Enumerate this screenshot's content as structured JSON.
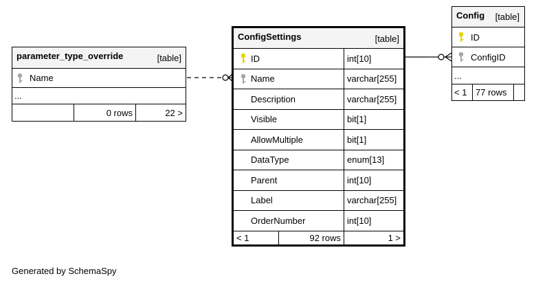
{
  "tables": {
    "pto": {
      "name": "parameter_type_override",
      "kind": "[table]",
      "columns": [
        {
          "name": "Name",
          "key": "foreign-key-icon"
        }
      ],
      "ellipsis": "...",
      "footer": {
        "prev": "",
        "rows": "0 rows",
        "next": "22 >"
      }
    },
    "main": {
      "name": "ConfigSettings",
      "kind": "[table]",
      "columns": [
        {
          "name": "ID",
          "type": "int[10]",
          "key": "primary-key-icon"
        },
        {
          "name": "Name",
          "type": "varchar[255]",
          "key": "foreign-key-icon"
        },
        {
          "name": "Description",
          "type": "varchar[255]"
        },
        {
          "name": "Visible",
          "type": "bit[1]"
        },
        {
          "name": "AllowMultiple",
          "type": "bit[1]"
        },
        {
          "name": "DataType",
          "type": "enum[13]"
        },
        {
          "name": "Parent",
          "type": "int[10]"
        },
        {
          "name": "Label",
          "type": "varchar[255]"
        },
        {
          "name": "OrderNumber",
          "type": "int[10]"
        }
      ],
      "footer": {
        "prev": "< 1",
        "rows": "92 rows",
        "next": "1 >"
      }
    },
    "config": {
      "name": "Config",
      "kind": "[table]",
      "columns": [
        {
          "name": "ID",
          "key": "primary-key-icon"
        },
        {
          "name": "ConfigID",
          "key": "foreign-key-icon"
        }
      ],
      "ellipsis": "...",
      "footer": {
        "prev": "< 1",
        "rows": "77 rows",
        "next": ""
      }
    }
  },
  "colors": {
    "primary_key": "#e8d400",
    "foreign_key": "#a8a8a8",
    "header_bg": "#f4f4f4"
  },
  "generated_by": "Generated by SchemaSpy"
}
